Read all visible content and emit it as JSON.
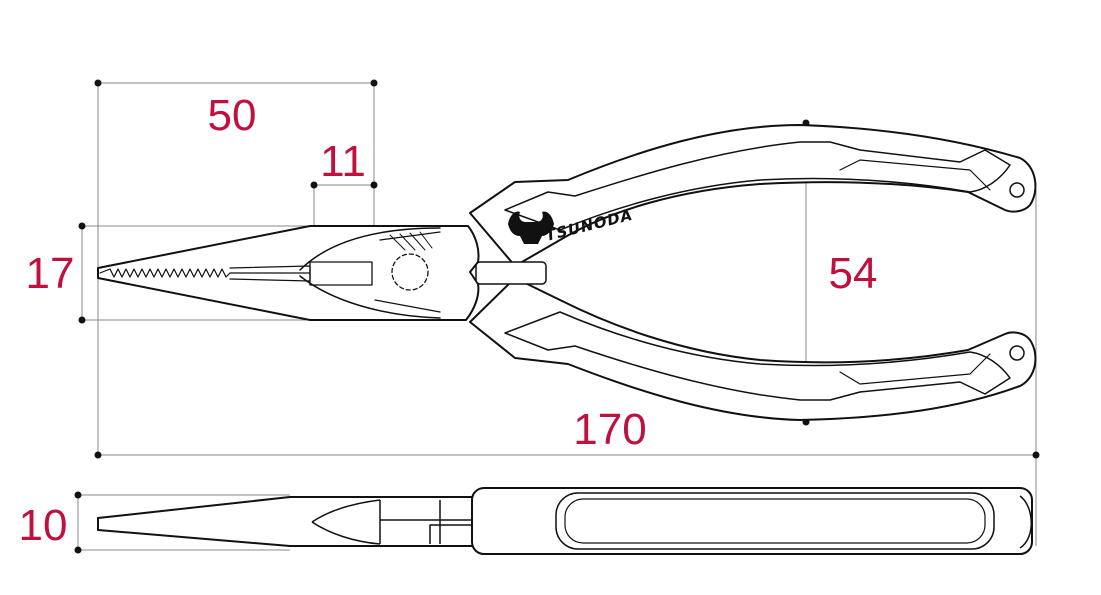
{
  "dimensions": {
    "head_length": "50",
    "nose_width": "11",
    "jaw_height": "17",
    "handle_span": "54",
    "total_length": "170",
    "thickness": "10"
  },
  "brand": {
    "name": "TSUNODA"
  },
  "colors": {
    "dimension_text": "#c0113e",
    "line": "#111111",
    "dim_line": "#8a8a8a"
  }
}
